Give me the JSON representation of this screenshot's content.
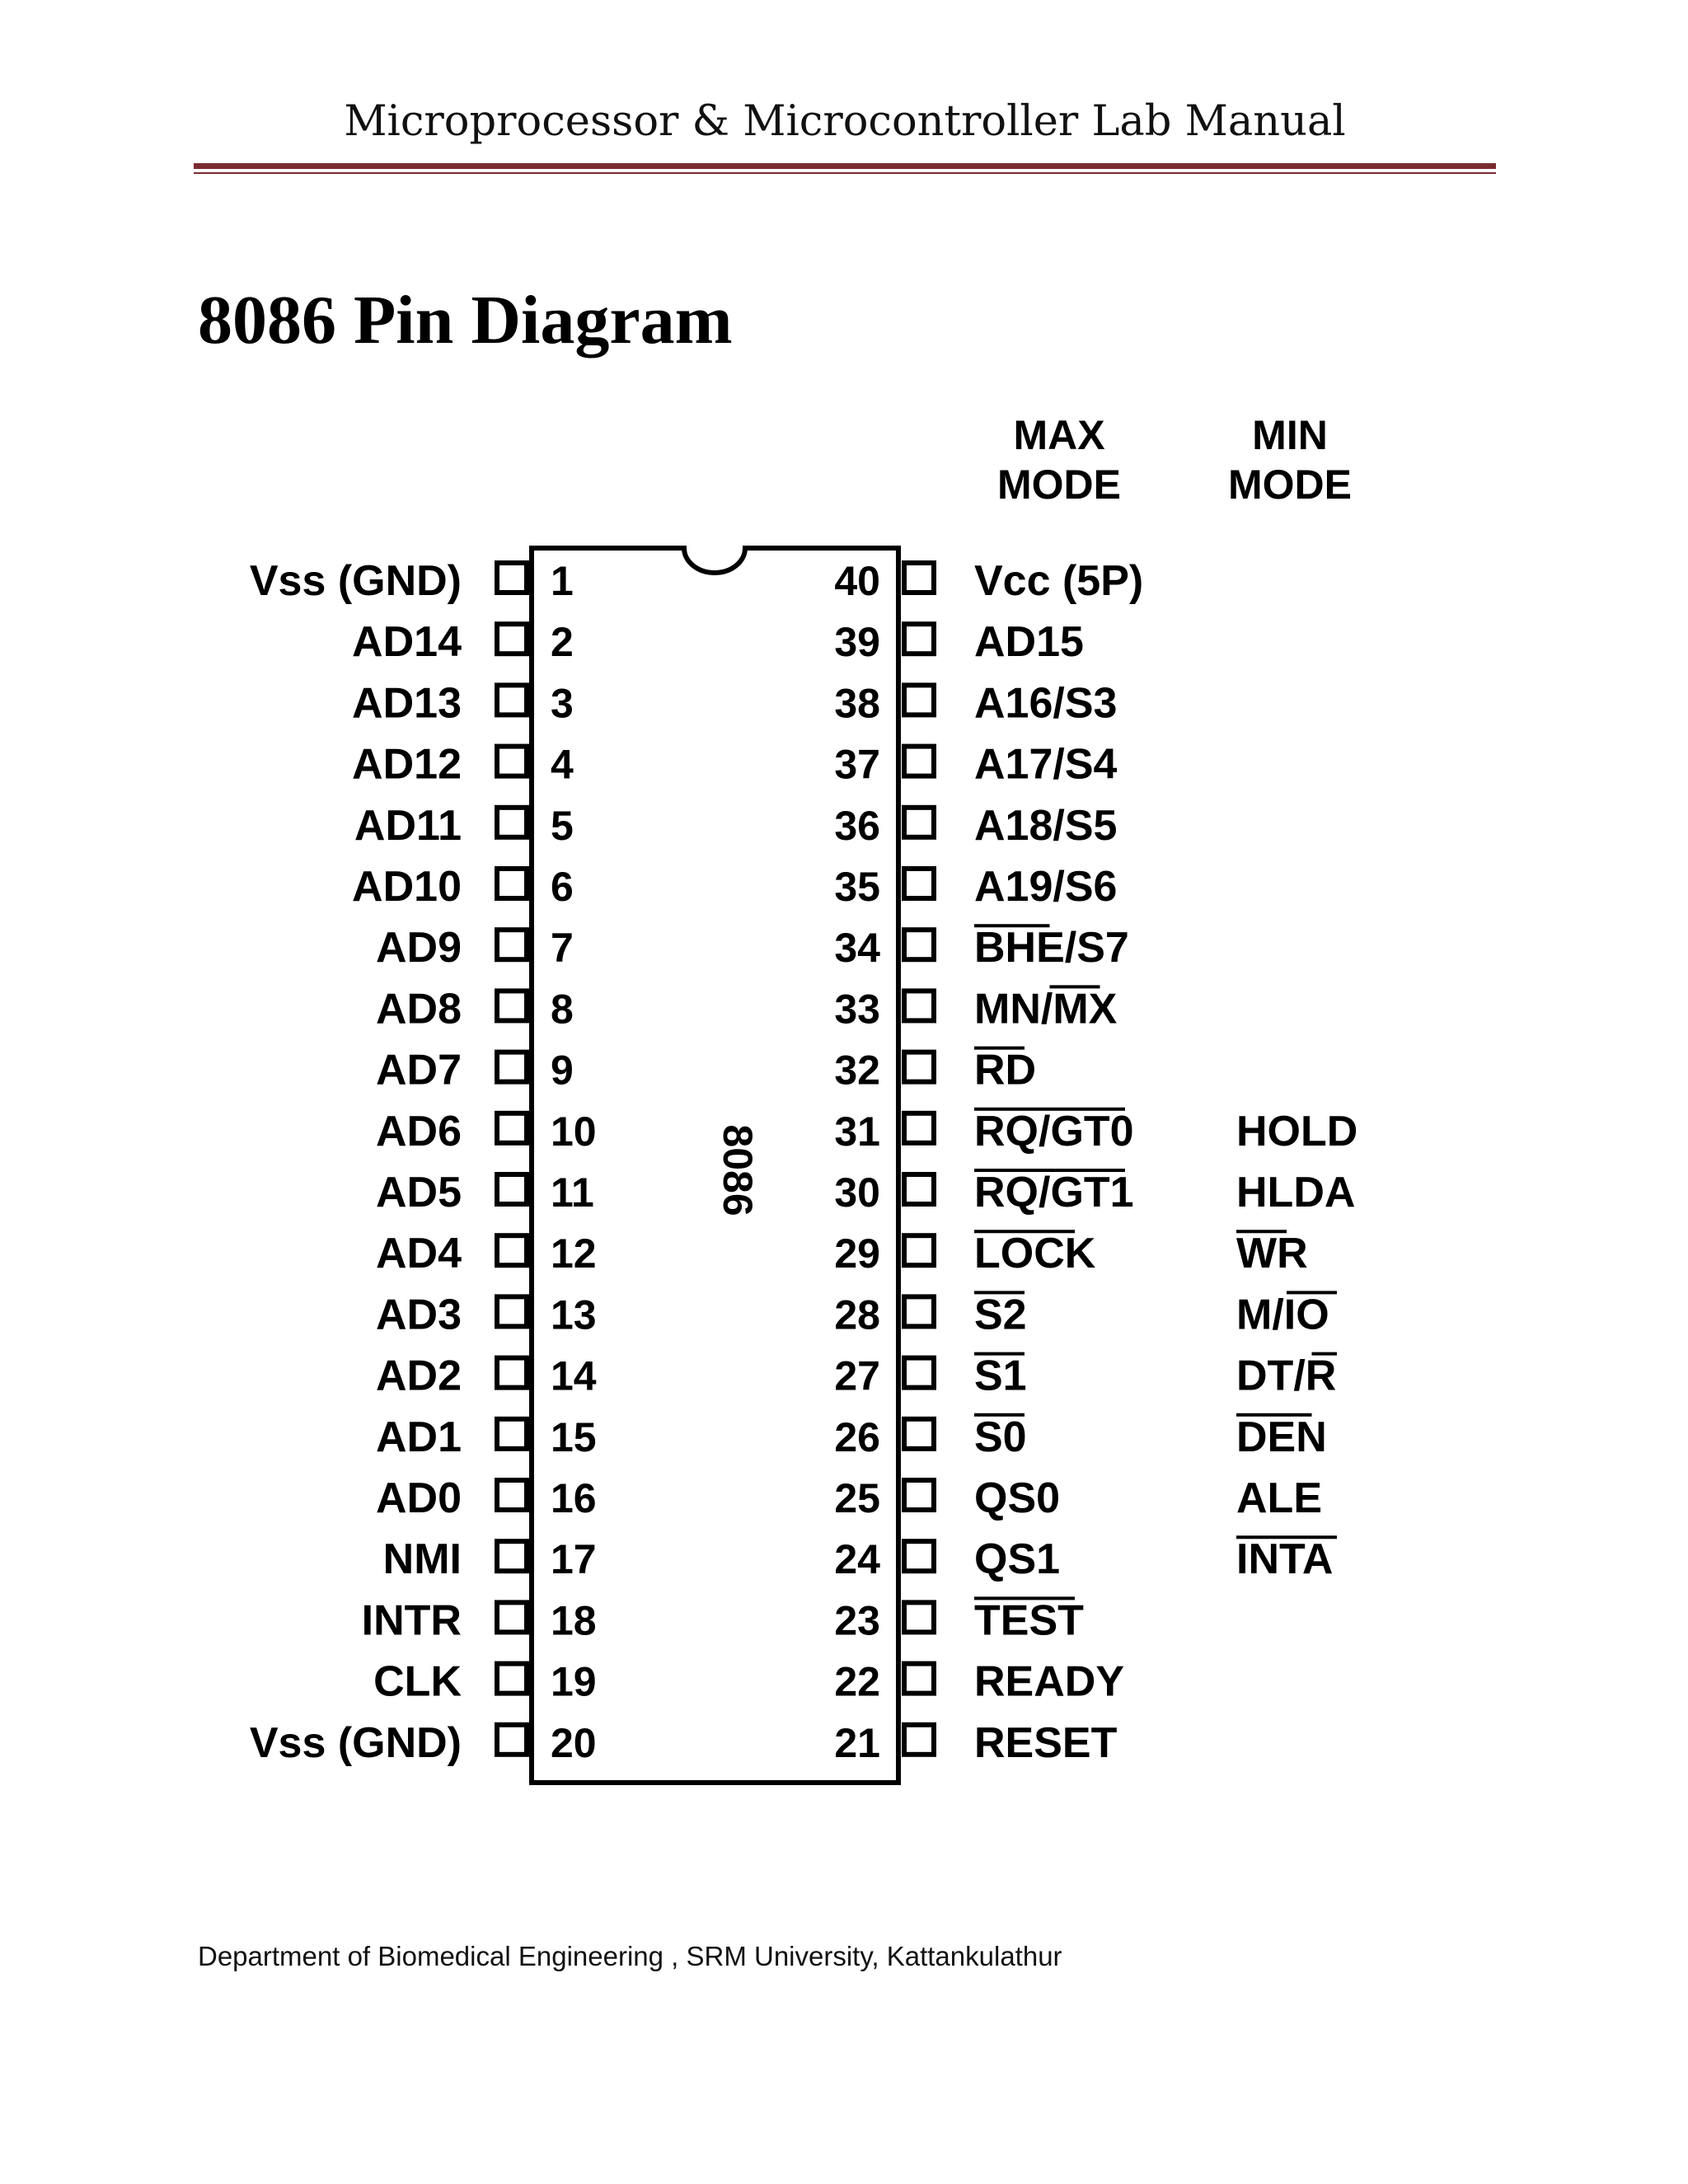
{
  "header": {
    "title": "Microprocessor & Microcontroller Lab Manual"
  },
  "heading": "8086 Pin Diagram",
  "chip": {
    "label": "8086",
    "column_headers": {
      "max_mode": [
        "MAX",
        "MODE"
      ],
      "min_mode": [
        "MIN",
        "MODE"
      ]
    },
    "left_pins": [
      {
        "num": "1",
        "label": "Vss (GND)"
      },
      {
        "num": "2",
        "label": "AD14"
      },
      {
        "num": "3",
        "label": "AD13"
      },
      {
        "num": "4",
        "label": "AD12"
      },
      {
        "num": "5",
        "label": "AD11"
      },
      {
        "num": "6",
        "label": "AD10"
      },
      {
        "num": "7",
        "label": "AD9"
      },
      {
        "num": "8",
        "label": "AD8"
      },
      {
        "num": "9",
        "label": "AD7"
      },
      {
        "num": "10",
        "label": "AD6"
      },
      {
        "num": "11",
        "label": "AD5"
      },
      {
        "num": "12",
        "label": "AD4"
      },
      {
        "num": "13",
        "label": "AD3"
      },
      {
        "num": "14",
        "label": "AD2"
      },
      {
        "num": "15",
        "label": "AD1"
      },
      {
        "num": "16",
        "label": "AD0"
      },
      {
        "num": "17",
        "label": "NMI"
      },
      {
        "num": "18",
        "label": "INTR"
      },
      {
        "num": "19",
        "label": "CLK"
      },
      {
        "num": "20",
        "label": "Vss (GND)"
      }
    ],
    "right_pins": [
      {
        "num": "40",
        "label": "Vcc (5P)",
        "min": ""
      },
      {
        "num": "39",
        "label": "AD15",
        "min": ""
      },
      {
        "num": "38",
        "label": "A16/S3",
        "min": ""
      },
      {
        "num": "37",
        "label": "A17/S4",
        "min": ""
      },
      {
        "num": "36",
        "label": "A18/S5",
        "min": ""
      },
      {
        "num": "35",
        "label": "A19/S6",
        "min": ""
      },
      {
        "num": "34",
        "label": "BHE/S7",
        "min": ""
      },
      {
        "num": "33",
        "label": "MN/MX",
        "min": ""
      },
      {
        "num": "32",
        "label": "RD",
        "min": ""
      },
      {
        "num": "31",
        "label": "RQ/GT0",
        "min": "HOLD"
      },
      {
        "num": "30",
        "label": "RQ/GT1",
        "min": "HLDA"
      },
      {
        "num": "29",
        "label": "LOCK",
        "min": "WR"
      },
      {
        "num": "28",
        "label": "S2",
        "min": "M/IO"
      },
      {
        "num": "27",
        "label": "S1",
        "min": "DT/R"
      },
      {
        "num": "26",
        "label": "S0",
        "min": "DEN"
      },
      {
        "num": "25",
        "label": "QS0",
        "min": "ALE"
      },
      {
        "num": "24",
        "label": "QS1",
        "min": "INTA"
      },
      {
        "num": "23",
        "label": "TEST",
        "min": ""
      },
      {
        "num": "22",
        "label": "READY",
        "min": ""
      },
      {
        "num": "21",
        "label": "RESET",
        "min": ""
      }
    ]
  },
  "footer": {
    "text": "Department of Biomedical Engineering , SRM University, Kattankulathur"
  },
  "colors": {
    "rule": "#7b2c30",
    "ink": "#000000"
  }
}
